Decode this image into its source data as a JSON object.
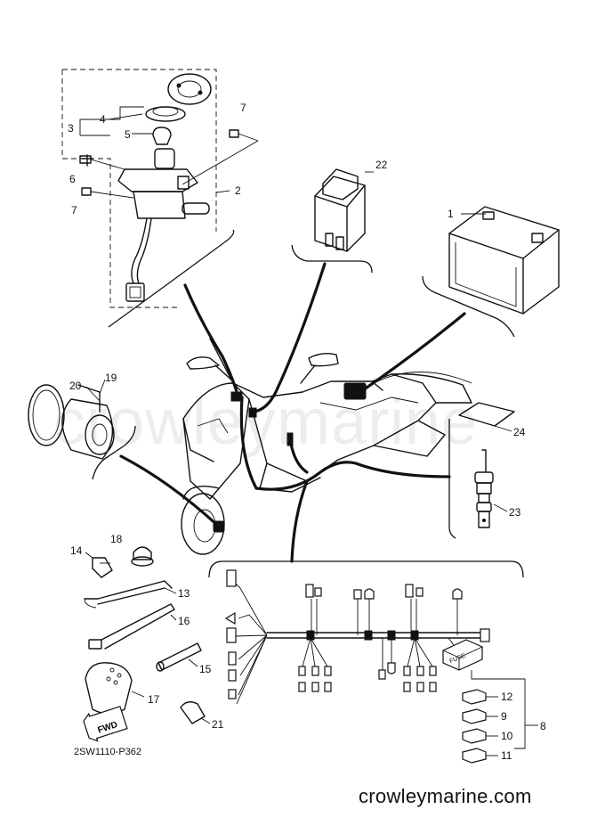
{
  "diagram_code": "2SW1110-P362",
  "watermark": "crowleymarine",
  "footer_site": "crowleymarine.com",
  "fwd_label": "FWD",
  "fuse_label": "FUSE",
  "callouts": {
    "c1": "1",
    "c2": "2",
    "c3": "3",
    "c4": "4",
    "c5": "5",
    "c6": "6",
    "c7a": "7",
    "c7b": "7",
    "c8": "8",
    "c9": "9",
    "c10": "10",
    "c11": "11",
    "c12": "12",
    "c13": "13",
    "c14": "14",
    "c15": "15",
    "c16": "16",
    "c17": "17",
    "c18": "18",
    "c19": "19",
    "c20": "20",
    "c21": "21",
    "c22": "22",
    "c23": "23",
    "c24": "24"
  }
}
